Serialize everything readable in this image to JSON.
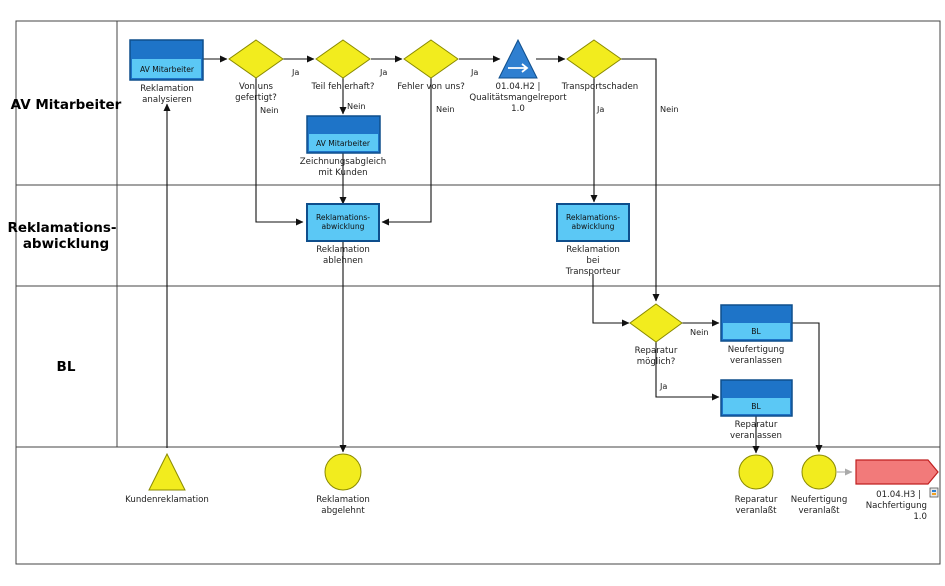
{
  "lanes": [
    {
      "title_lines": [
        "AV Mitarbeiter"
      ]
    },
    {
      "title_lines": [
        "Reklamations-",
        "abwicklung"
      ]
    },
    {
      "title_lines": [
        "BL"
      ]
    },
    {
      "title_lines": [
        ""
      ]
    }
  ],
  "tasks": {
    "analysieren": {
      "role": "AV Mitarbeiter",
      "lines": [
        "Reklamation",
        "analysieren"
      ]
    },
    "zeichnung": {
      "role": "AV Mitarbeiter",
      "lines": [
        "Zeichnungsabgleich",
        "mit Kunden"
      ]
    },
    "ablehnen": {
      "role_lines": [
        "Reklamations-",
        "abwicklung"
      ],
      "lines": [
        "Reklamation",
        "ablehnen"
      ]
    },
    "transporteur": {
      "role_lines": [
        "Reklamations-",
        "abwicklung"
      ],
      "lines": [
        "Reklamation",
        "bei",
        "Transporteur"
      ]
    },
    "neufertigung": {
      "role": "BL",
      "lines": [
        "Neufertigung",
        "veranlassen"
      ]
    },
    "reparatur": {
      "role": "BL",
      "lines": [
        "Reparatur",
        "veranlassen"
      ]
    }
  },
  "gateways": {
    "von_uns": [
      "Von uns",
      "gefertigt?"
    ],
    "teil": [
      "Teil fehlerhaft?"
    ],
    "fehler": [
      "Fehler von uns?"
    ],
    "transportschaden": [
      "Transportschaden"
    ],
    "reparatur_moeglich": [
      "Reparatur",
      "möglich?"
    ]
  },
  "triangles": {
    "qualitaet": [
      "01.04.H2 |",
      "Qualitätsmangelreport",
      "1.0"
    ],
    "kunden": [
      "Kundenreklamation"
    ]
  },
  "events": {
    "abgelehnt": [
      "Reklamation",
      "abgelehnt"
    ],
    "reparatur_veranlasst": [
      "Reparatur",
      "veranlaßt"
    ],
    "neufertigung_veranlasst": [
      "Neufertigung",
      "veranlaßt"
    ]
  },
  "connector": [
    "01.04.H3 |",
    "Nachfertigung",
    "1.0"
  ],
  "edge_labels": {
    "ja1": "Ja",
    "ja2": "Ja",
    "ja3": "Ja",
    "ja4": "Ja",
    "ja5": "Ja",
    "nein1": "Nein",
    "nein2": "Nein",
    "nein3": "Nein",
    "nein4": "Nein",
    "nein5": "Nein"
  },
  "colors": {
    "task_dark": "#1E74C8",
    "task_light": "#5BC8F5",
    "gateway": "#F2EC1E",
    "event": "#F2EC1E",
    "connector": "#F27A7A",
    "triangle_blue": "#2F7FD0"
  }
}
